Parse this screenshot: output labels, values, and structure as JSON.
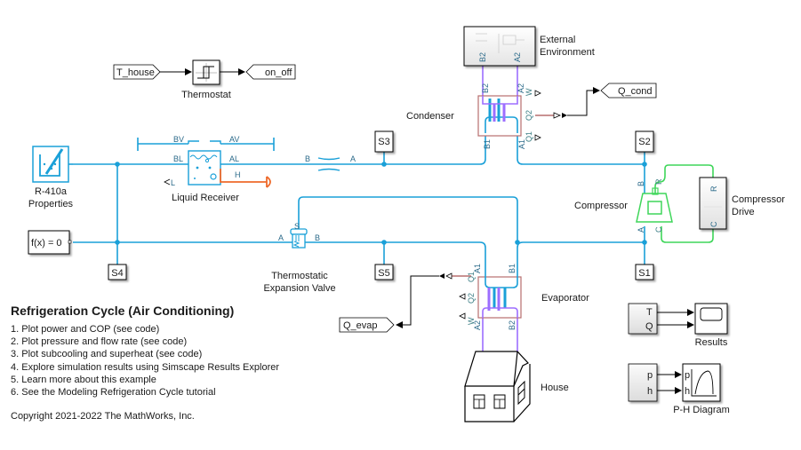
{
  "model": {
    "title": "Refrigeration Cycle (Air Conditioning)",
    "links": [
      "1. Plot power and COP (see code)",
      "2. Plot pressure and flow rate (see code)",
      "3. Plot subcooling and superheat (see code)",
      "4. Explore simulation results using Simscape Results Explorer",
      "5. Learn more about this example",
      "6. See the Modeling Refrigeration Cycle tutorial"
    ],
    "copyright": "Copyright 2021-2022 The MathWorks, Inc."
  },
  "colors": {
    "two_phase_fluid": "#1aa0d8",
    "moist_air": "#9d6eff",
    "mechanical": "#3fd65a",
    "thermal": "#ee6a2b",
    "heat_exchanger_frame": "#b76f6f"
  },
  "blocks": {
    "thermostat": {
      "label": "Thermostat",
      "input_tag": "T_house",
      "output_tag": "on_off"
    },
    "external_env": {
      "label_line1": "External",
      "label_line2": "Environment",
      "ports": [
        "B2",
        "A2"
      ]
    },
    "condenser": {
      "label": "Condenser",
      "ports": {
        "top_left": "B2",
        "top_right": "A2",
        "w": "W",
        "q2": "Q2",
        "bottom_left": "B1",
        "bottom_right": "A1",
        "q1": "Q1"
      },
      "output_tag": "Q_cond"
    },
    "fluid_props": {
      "label_line1": "R-410a",
      "label_line2": "Properties"
    },
    "solver": {
      "label": "f(x) = 0"
    },
    "liquid_receiver": {
      "label": "Liquid Receiver",
      "ports": {
        "bv": "BV",
        "av": "AV",
        "bl": "BL",
        "al": "AL",
        "h": "H",
        "l": "L"
      }
    },
    "pipe": {
      "port_b": "B",
      "port_a": "A"
    },
    "txv": {
      "label_line1": "Thermostatic",
      "label_line2": "Expansion Valve",
      "ports": {
        "a": "A",
        "b": "B",
        "s": "S"
      }
    },
    "compressor": {
      "label": "Compressor",
      "ports": {
        "b": "B",
        "a": "A",
        "r": "R",
        "c": "C"
      }
    },
    "compressor_drive": {
      "label_line1": "Compressor",
      "label_line2": "Drive",
      "ports": {
        "r": "R",
        "c": "C"
      }
    },
    "evaporator": {
      "label": "Evaporator",
      "ports": {
        "a1": "A1",
        "b1": "B1",
        "q1": "Q1",
        "q2": "Q2",
        "w": "W",
        "a2": "A2",
        "b2": "B2"
      },
      "output_tag": "Q_evap"
    },
    "house": {
      "label": "House"
    },
    "sensors": [
      "S1",
      "S2",
      "S3",
      "S4",
      "S5"
    ],
    "results": {
      "label": "Results",
      "inputs": [
        "T",
        "Q"
      ]
    },
    "ph_diagram": {
      "label": "P-H Diagram",
      "inputs": [
        "p",
        "h"
      ]
    }
  }
}
